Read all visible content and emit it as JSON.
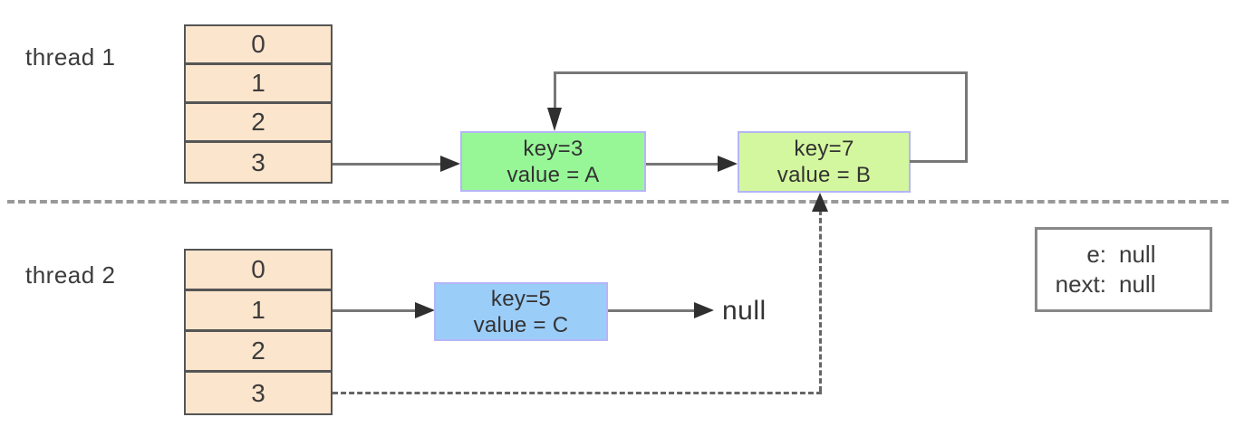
{
  "thread1": {
    "label": "thread 1",
    "bucket_labels": [
      "0",
      "1",
      "2",
      "3"
    ],
    "nodes": [
      {
        "key": "key=3",
        "value": "value = A",
        "fill": "#97f797"
      },
      {
        "key": "key=7",
        "value": "value = B",
        "fill": "#d3f79e"
      }
    ]
  },
  "thread2": {
    "label": "thread 2",
    "bucket_labels": [
      "0",
      "1",
      "2",
      "3"
    ],
    "nodes": [
      {
        "key": "key=5",
        "value": "value = C",
        "fill": "#9bcdf9"
      }
    ],
    "null_label": "null"
  },
  "state_box": {
    "rows": [
      {
        "label": "e:",
        "value": "null"
      },
      {
        "label": "next:",
        "value": "null"
      }
    ]
  },
  "colors": {
    "bucket_fill": "#fce5cd",
    "bucket_border": "#555555",
    "node_border": "#b5b5f7",
    "line": "#777777",
    "arrowhead": "#2f2f2f",
    "separator_dash": "#999999",
    "pointer_dash": "#666666",
    "text": "#3c3c3c"
  }
}
